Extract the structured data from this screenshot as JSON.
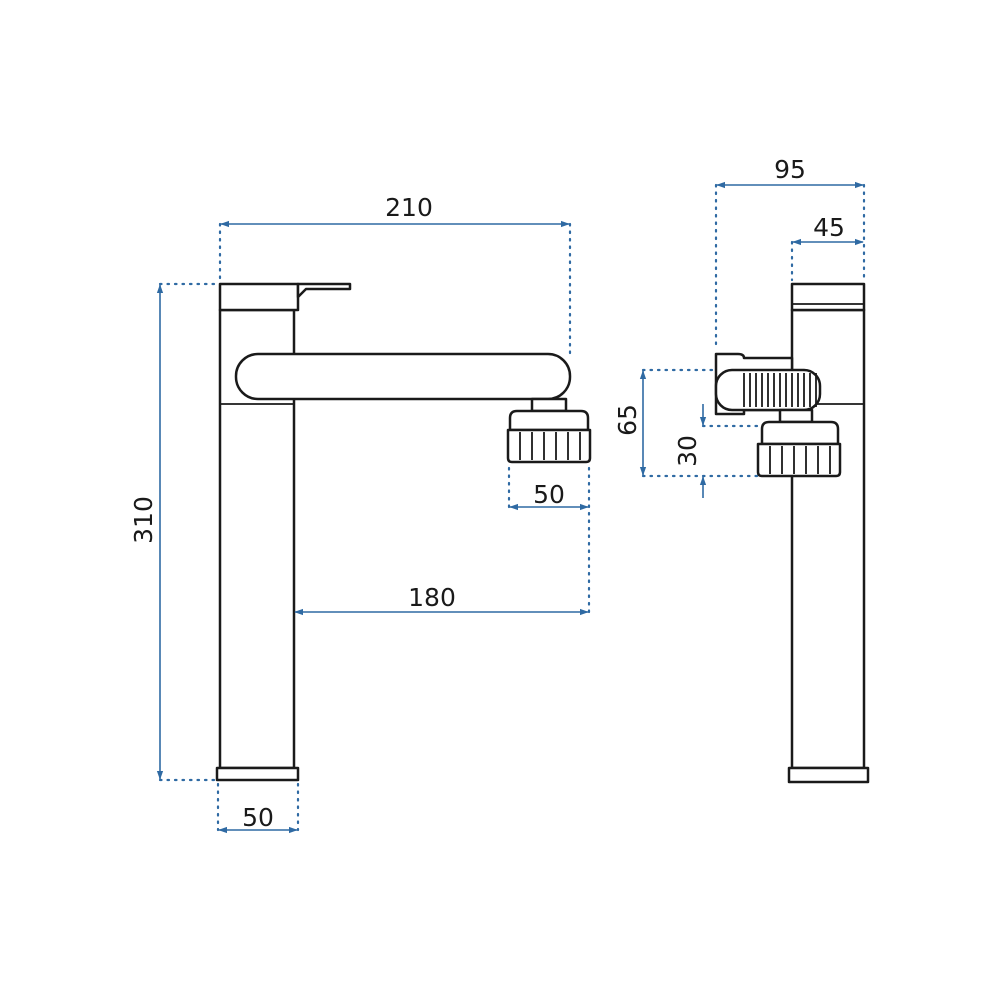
{
  "dimensions": {
    "total_reach": "210",
    "spout_projection": "180",
    "aerator_width": "50",
    "total_height": "310",
    "base_width": "50",
    "side_depth": "95",
    "body_depth": "45",
    "spout_height": "65",
    "aerator_height": "30"
  },
  "colors": {
    "dimension_line": "#2f6aa3",
    "outline": "#1a1a1a",
    "background": "#ffffff"
  }
}
